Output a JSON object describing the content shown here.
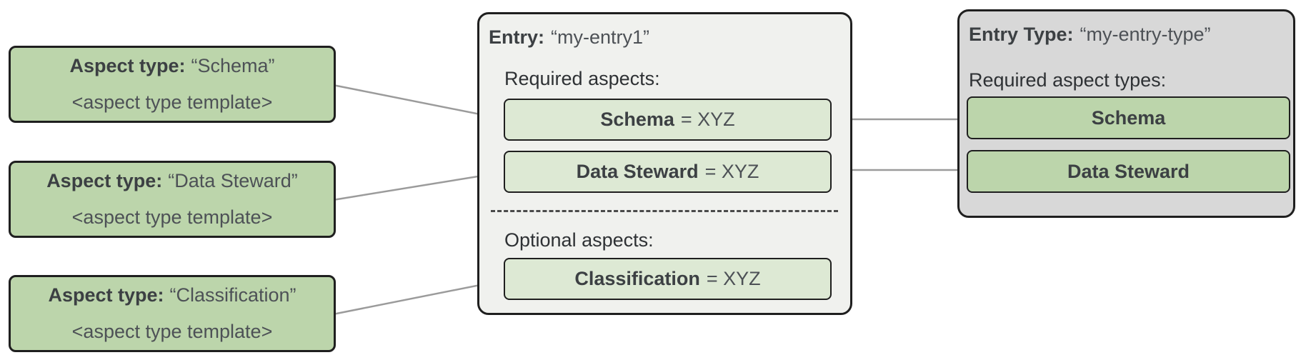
{
  "colors": {
    "green-strong": "#bcd5ab",
    "green-light": "#dde9d4",
    "panel-light": "#f0f1ee",
    "panel-gray": "#d8d8d8",
    "border-dark": "#1f1f1f",
    "text-dark": "#3c4043",
    "text-regular": "#4d5156",
    "text-label": "#2e3134",
    "connector": "#9b9b9b",
    "dash": "#4a4a4a"
  },
  "left_column": {
    "boxes": [
      {
        "label_bold": "Aspect type:",
        "label_value": "“Schema”",
        "subtext": "<aspect type template>"
      },
      {
        "label_bold": "Aspect type:",
        "label_value": "“Data Steward”",
        "subtext": "<aspect type template>"
      },
      {
        "label_bold": "Aspect type:",
        "label_value": "“Classification”",
        "subtext": "<aspect type template>"
      }
    ]
  },
  "entry_panel": {
    "title_bold": "Entry:",
    "title_value": "“my-entry1”",
    "required_label": "Required aspects:",
    "required_aspects": [
      {
        "name": "Schema",
        "eq": "= XYZ"
      },
      {
        "name": "Data Steward",
        "eq": "= XYZ"
      }
    ],
    "optional_label": "Optional aspects:",
    "optional_aspects": [
      {
        "name": "Classification",
        "eq": "= XYZ"
      }
    ]
  },
  "entry_type_panel": {
    "title_bold": "Entry Type:",
    "title_value": "“my-entry-type”",
    "required_label": "Required aspect types:",
    "aspect_types": [
      {
        "name": "Schema"
      },
      {
        "name": "Data Steward"
      }
    ]
  }
}
